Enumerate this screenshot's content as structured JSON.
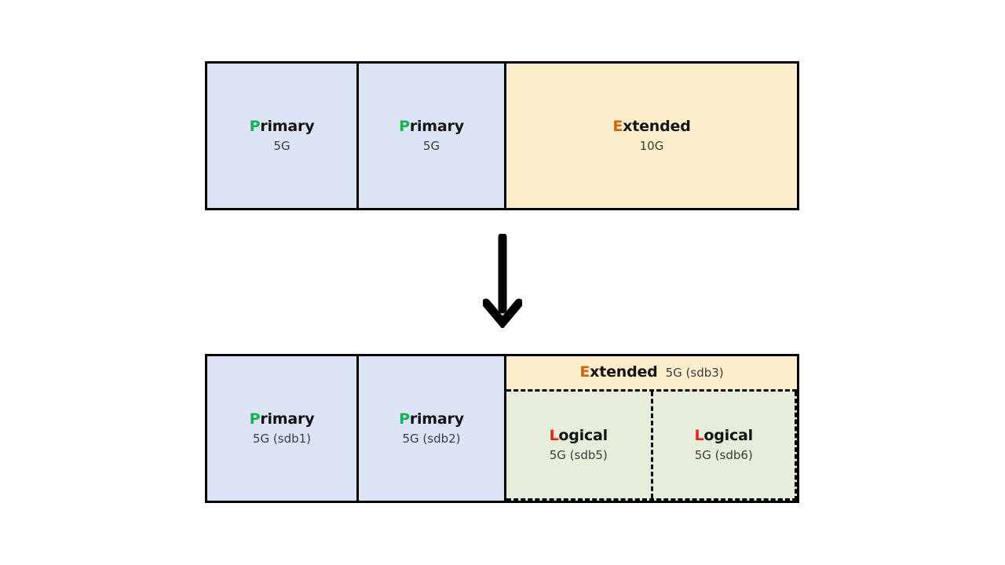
{
  "diagram": {
    "type": "disk-partition-layout",
    "arrow_icon": "down-arrow-icon",
    "before": {
      "label": "before-partitioning",
      "partitions": [
        {
          "name": "primary-1",
          "type": "Primary",
          "type_initial": "P",
          "type_rest": "rimary",
          "size": "5G",
          "accent": "#14b455"
        },
        {
          "name": "primary-2",
          "type": "Primary",
          "type_initial": "P",
          "type_rest": "rimary",
          "size": "5G",
          "accent": "#14b455"
        },
        {
          "name": "extended",
          "type": "Extended",
          "type_initial": "E",
          "type_rest": "xtended",
          "size": "10G",
          "accent": "#cc6611"
        }
      ]
    },
    "after": {
      "label": "after-partitioning",
      "partitions": [
        {
          "name": "primary-1",
          "type": "Primary",
          "type_initial": "P",
          "type_rest": "rimary",
          "size": "5G (sdb1)",
          "accent": "#14b455"
        },
        {
          "name": "primary-2",
          "type": "Primary",
          "type_initial": "P",
          "type_rest": "rimary",
          "size": "5G (sdb2)",
          "accent": "#14b455"
        }
      ],
      "extended": {
        "name": "extended",
        "type": "Extended",
        "type_initial": "E",
        "type_rest": "xtended",
        "size": "5G (sdb3)",
        "accent": "#cc6611",
        "logical": [
          {
            "name": "logical-1",
            "type": "Logical",
            "type_initial": "L",
            "type_rest": "ogical",
            "size": "5G (sdb5)",
            "accent": "#f01e14"
          },
          {
            "name": "logical-2",
            "type": "Logical",
            "type_initial": "L",
            "type_rest": "ogical",
            "size": "5G (sdb6)",
            "accent": "#f01e14"
          }
        ]
      }
    }
  },
  "colors": {
    "primary_fill": "#dce3f5",
    "extended_fill": "#fdeecb",
    "logical_fill": "#e5eeda",
    "border": "#000000",
    "background": "#ffffff",
    "primary_accent": "#14b455",
    "extended_accent": "#cc6611",
    "logical_accent": "#f01e14",
    "size_text": "#3c3c3c"
  }
}
